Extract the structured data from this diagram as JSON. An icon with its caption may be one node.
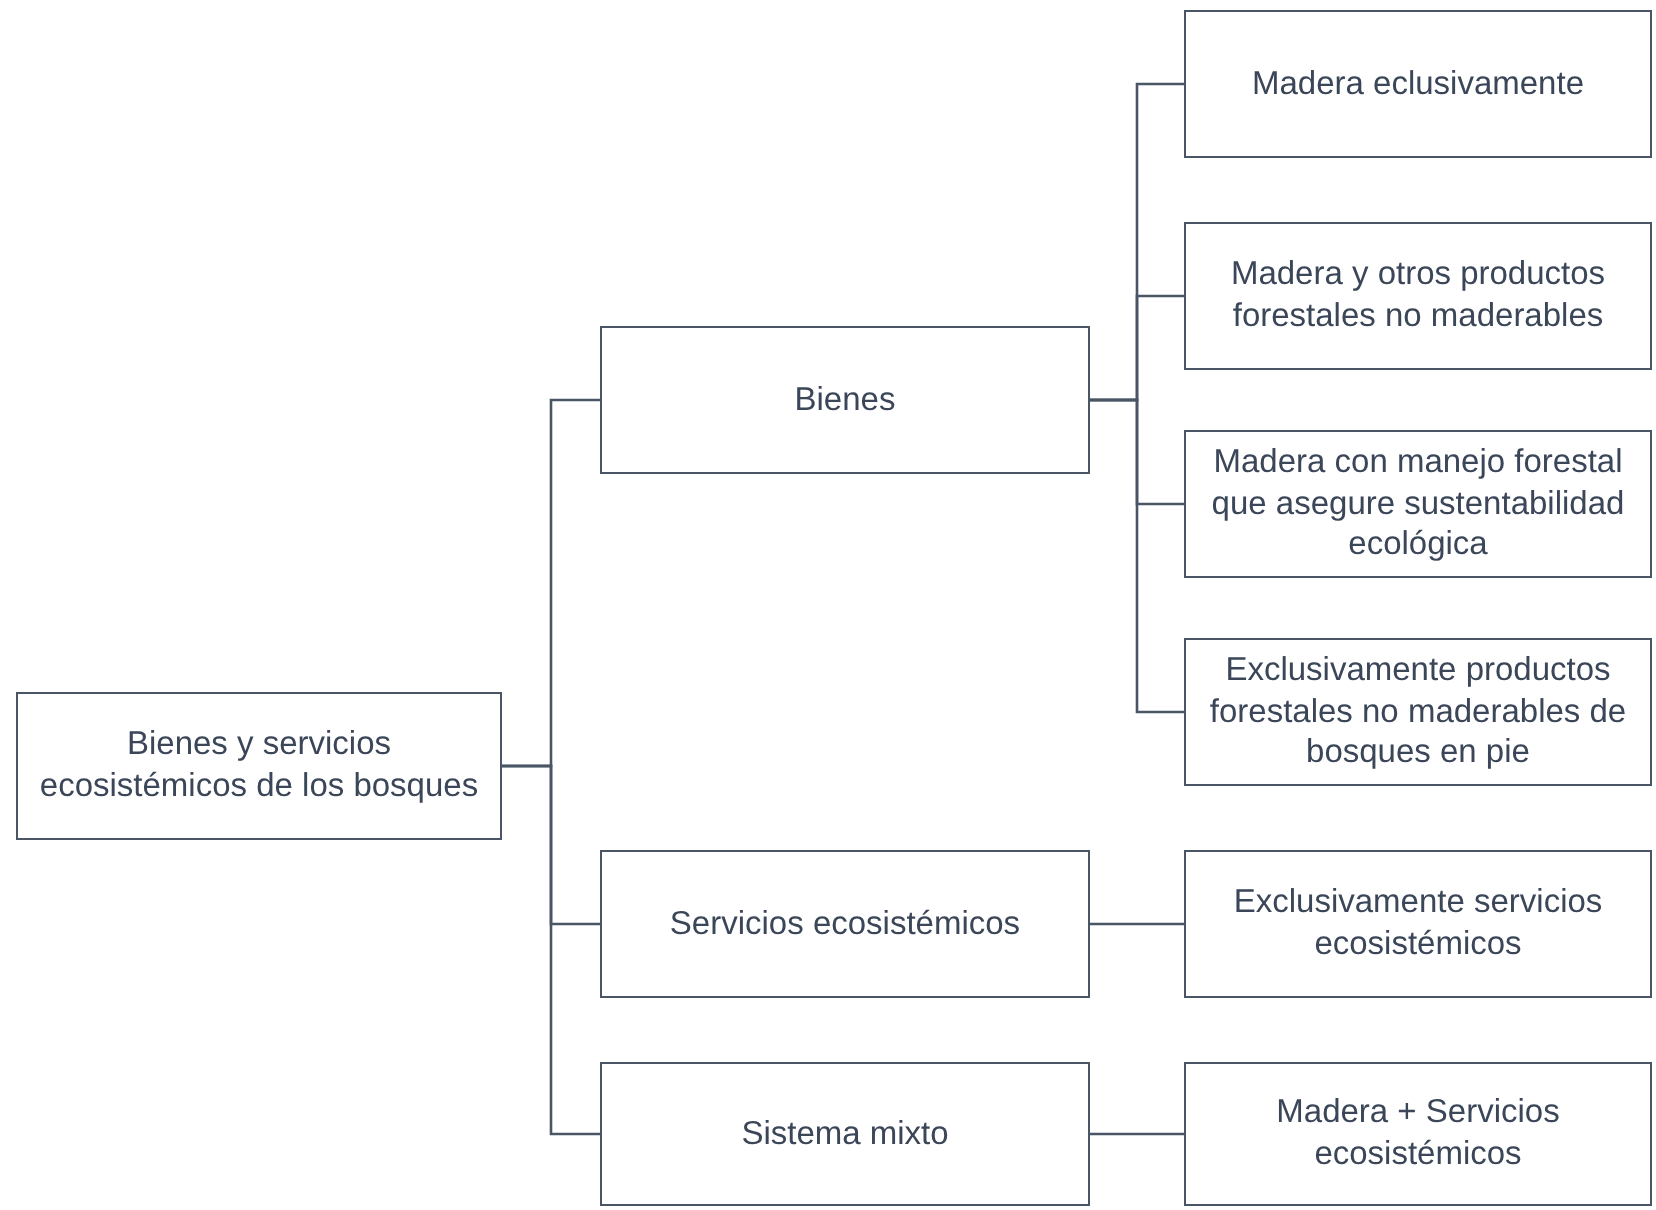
{
  "diagram": {
    "nodes": [
      {
        "text": [
          "Bienes y servicios ecosistémicos de los bosques"
        ]
      },
      {
        "text": [
          "Bienes"
        ]
      },
      {
        "text": [
          "Madera eclusivamente"
        ]
      },
      {
        "text": [
          "Madera y otros productos forestales no maderables"
        ]
      },
      {
        "text": [
          "Madera con manejo forestal que asegure sustentabilidad ecológica"
        ]
      },
      {
        "text": [
          "Exclusivamente productos forestales no maderables de bosques en pie"
        ]
      },
      {
        "text": [
          "Servicios ecosistémicos"
        ]
      },
      {
        "text": [
          "Exclusivamente servicios ecosistémicos"
        ]
      },
      {
        "text": [
          "Sistema mixto"
        ]
      },
      {
        "text": [
          "Madera + Servicios ecosistémicos"
        ]
      }
    ],
    "edges": [
      {
        "from": 0,
        "to": 1,
        "arrow": "none"
      },
      {
        "from": 0,
        "to": 6,
        "arrow": "none"
      },
      {
        "from": 0,
        "to": 8,
        "arrow": "none"
      },
      {
        "from": 1,
        "to": 2,
        "arrow": "none"
      },
      {
        "from": 1,
        "to": 3,
        "arrow": "none"
      },
      {
        "from": 1,
        "to": 4,
        "arrow": "none"
      },
      {
        "from": 1,
        "to": 5,
        "arrow": "none"
      },
      {
        "from": 6,
        "to": 7,
        "arrow": "none"
      },
      {
        "from": 8,
        "to": 9,
        "arrow": "none"
      }
    ]
  }
}
